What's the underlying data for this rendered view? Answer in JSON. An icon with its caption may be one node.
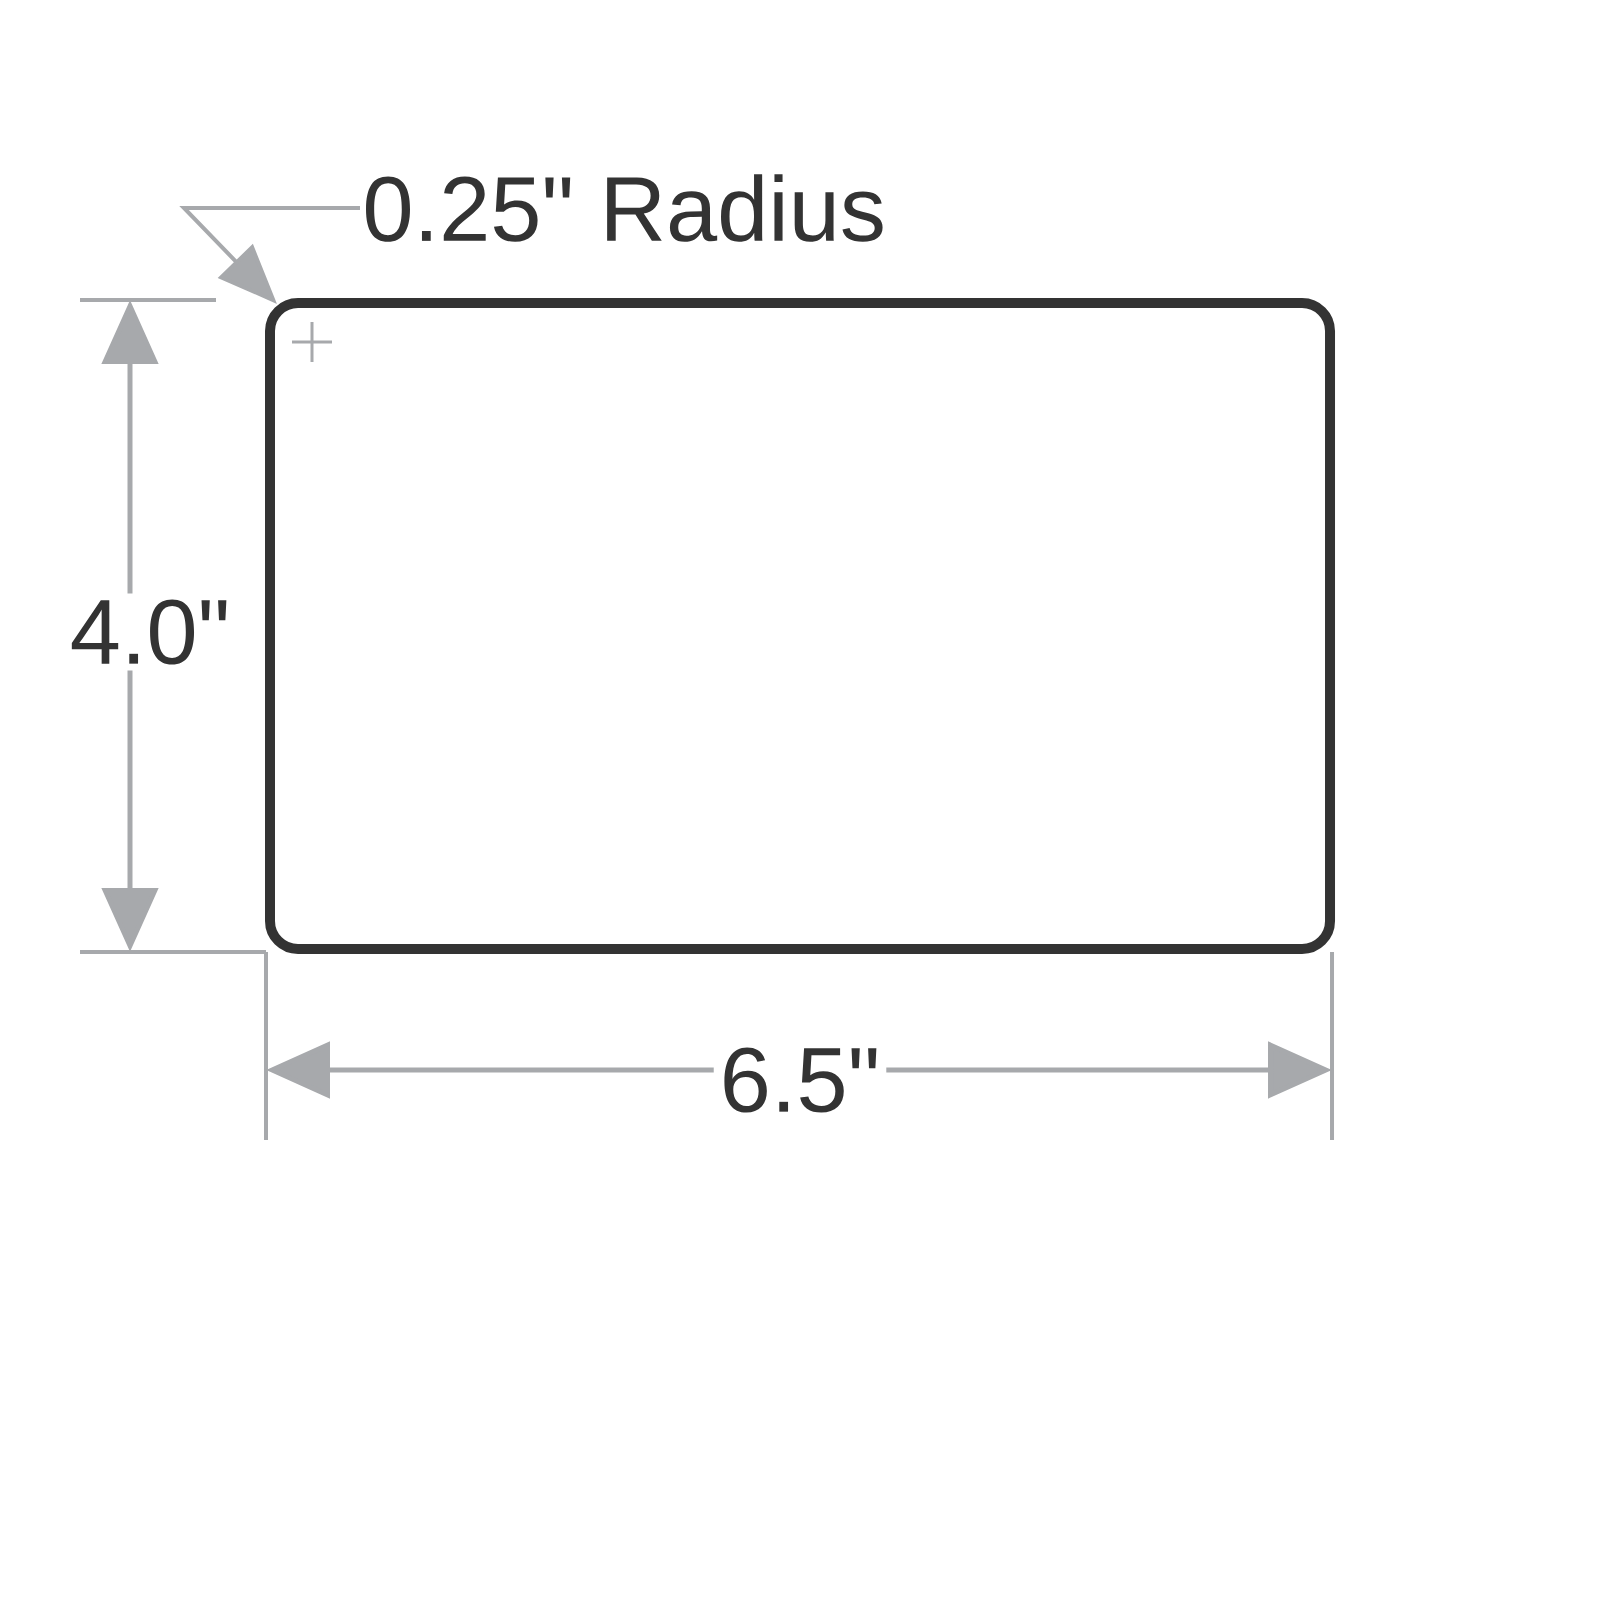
{
  "diagram": {
    "nodes": [
      {
        "text": [],
        "shape": "box"
      },
      {
        "text": [
          "0.25\" Radius"
        ]
      }
    ],
    "edges": [
      {
        "from": 1,
        "to": 0,
        "arrow": "to"
      }
    ],
    "labels": [
      "4.0\"",
      "6.5\""
    ]
  }
}
